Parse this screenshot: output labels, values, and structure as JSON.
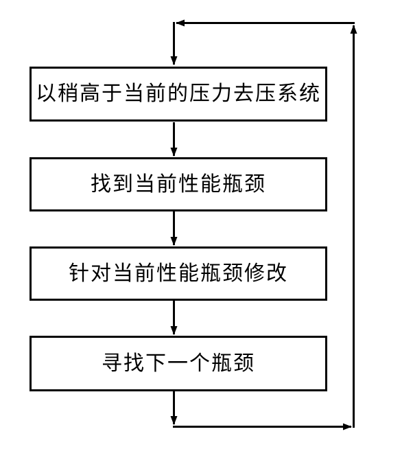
{
  "diagram": {
    "type": "flowchart",
    "background_color": "#ffffff",
    "line_color": "#000000",
    "text_color": "#000000",
    "nodes": [
      {
        "id": "step1",
        "shape": "rectangle",
        "label": "以稍高于当前的压力去压系统"
      },
      {
        "id": "step2",
        "shape": "rectangle",
        "label": "找到当前性能瓶颈"
      },
      {
        "id": "step3",
        "shape": "rectangle",
        "label": "针对当前性能瓶颈修改"
      },
      {
        "id": "step4",
        "shape": "rectangle",
        "label": "寻找下一个瓶颈"
      }
    ],
    "edges": [
      {
        "from": "step1",
        "to": "step2",
        "style": "straight-down-arrow"
      },
      {
        "from": "step2",
        "to": "step3",
        "style": "straight-down-arrow"
      },
      {
        "from": "step3",
        "to": "step4",
        "style": "straight-down-arrow"
      },
      {
        "from": "step4",
        "to": "step1",
        "style": "feedback-loop-right-side",
        "arrowheads": [
          "down",
          "right",
          "up",
          "left",
          "down"
        ]
      }
    ]
  }
}
